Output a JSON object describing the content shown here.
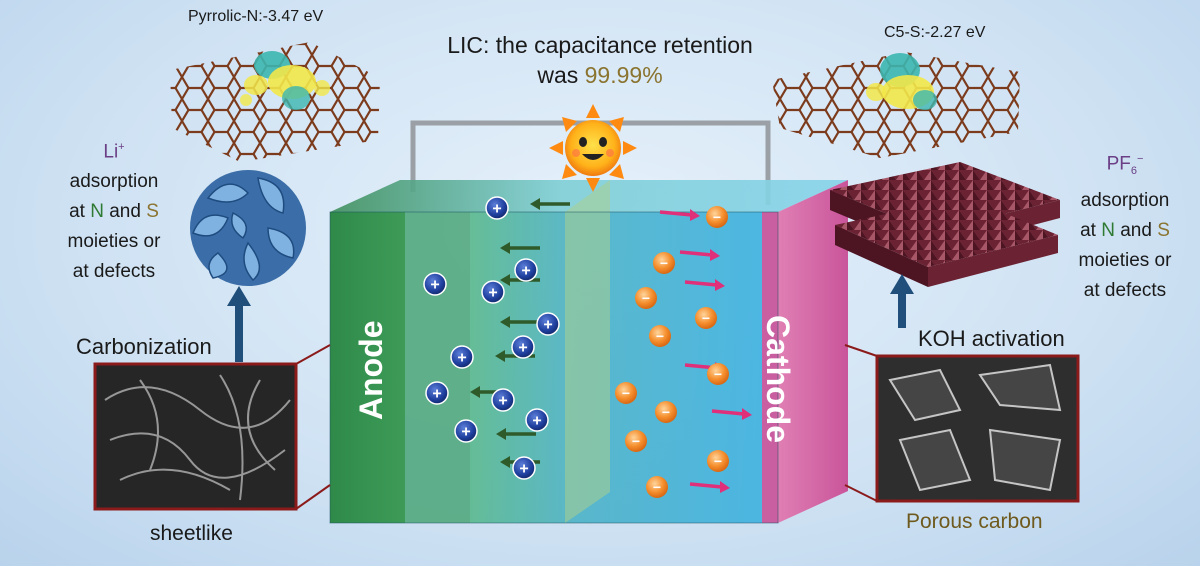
{
  "headline": {
    "line1": "LIC: the capacitance retention",
    "line2_prefix": "was ",
    "line2_value": "99.99%"
  },
  "left_top": {
    "energy_label": "Pyrrolic-N:-3.47 eV"
  },
  "right_top": {
    "energy_label": "C5-S:-2.27 eV"
  },
  "left_ion": {
    "ion_base": "Li",
    "ion_sup": "+",
    "line1": "adsorption",
    "line2_pre": "at ",
    "line2_N": "N",
    "line2_mid": " and ",
    "line2_S": "S",
    "line3": "moieties or",
    "line4": "at defects"
  },
  "right_ion": {
    "ion_base": "PF",
    "ion_sub": "6",
    "ion_sup": "−",
    "line1": "adsorption",
    "line2_pre": "at ",
    "line2_N": "N",
    "line2_mid": " and ",
    "line2_S": "S",
    "line3": "moieties or",
    "line4": "at defects"
  },
  "left_process": {
    "label": "Carbonization",
    "image_caption": "sheetlike"
  },
  "right_process": {
    "label": "KOH activation",
    "image_caption": "Porous carbon"
  },
  "device": {
    "anode_label": "Anode",
    "cathode_label": "Cathode",
    "plus_symbol": "+",
    "minus_symbol": "−"
  },
  "colors": {
    "value_gold": "#8a7430",
    "nitrogen_green": "#2f7a33",
    "anode_green": "#2f8a4a",
    "cathode_pink": "#d867a8",
    "cation_blue": "#1f3f9e",
    "anion_orange": "#f08a2a",
    "frame_red": "#8b1a1a",
    "caption_brown": "#6f5a1e"
  },
  "icons": [
    "sun-icon",
    "graphene-sheet-icon",
    "sem-image",
    "flower-carbon-icon",
    "layered-carbon-icon",
    "up-arrow-icon"
  ]
}
